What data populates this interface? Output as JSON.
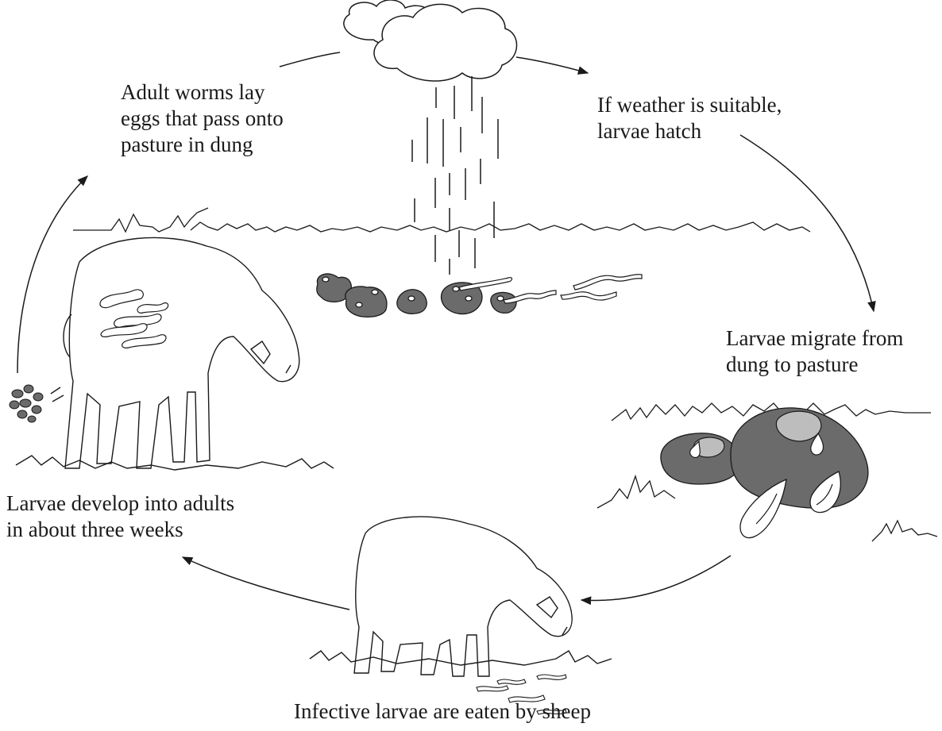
{
  "stages": [
    {
      "id": "eggs",
      "lines": [
        "Adult worms lay",
        "eggs that pass onto",
        "pasture in dung"
      ]
    },
    {
      "id": "hatch",
      "lines": [
        "If weather is suitable,",
        "larvae hatch"
      ]
    },
    {
      "id": "migrate",
      "lines": [
        "Larvae migrate from",
        "dung to pasture"
      ]
    },
    {
      "id": "eaten",
      "lines": [
        "Infective larvae are eaten by sheep"
      ]
    },
    {
      "id": "develop",
      "lines": [
        "Larvae develop into adults",
        "in about three weeks"
      ]
    }
  ],
  "colors": {
    "line": "#1a1a1a",
    "dung": "#6b6b6b",
    "dung_light": "#bdbdbd",
    "background": "#ffffff"
  }
}
